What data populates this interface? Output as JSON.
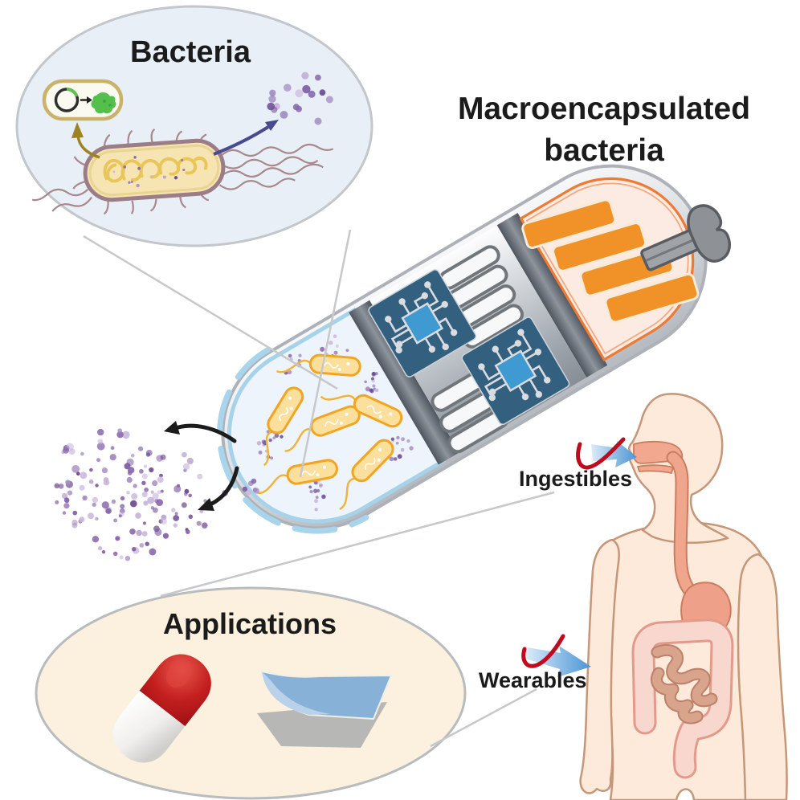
{
  "title": {
    "line1": "Macroencapsulated",
    "line2": "bacteria"
  },
  "bacteria_callout": {
    "label": "Bacteria"
  },
  "applications_callout": {
    "label": "Applications"
  },
  "body_labels": {
    "ingestibles": "Ingestibles",
    "wearables": "Wearables"
  },
  "capsule": {
    "sections": [
      "bacteria-chamber",
      "electronics-module",
      "power-module"
    ],
    "chip_count": 2,
    "vent_slot_count": 7,
    "battery_slab_count": 4
  },
  "colors": {
    "bacteria_ellipse_fill": "#e9eff7",
    "applications_ellipse_fill": "#fbf1de",
    "chamber_blue": "#a6d2ea",
    "bacteria_yellow": "#f3a51f",
    "chip_teal": "#33607f",
    "chip_blue": "#3f9ad1",
    "battery_orange": "#f09228",
    "dome_orange": "#ee7a33",
    "molecule_purple": "#8a68ae",
    "check_red": "#bf0b1e",
    "arrow_blue": "#3d8fd4",
    "skin": "#fdeadb",
    "gi_salmon": "#efa58b",
    "pill_red": "#b5161c"
  }
}
